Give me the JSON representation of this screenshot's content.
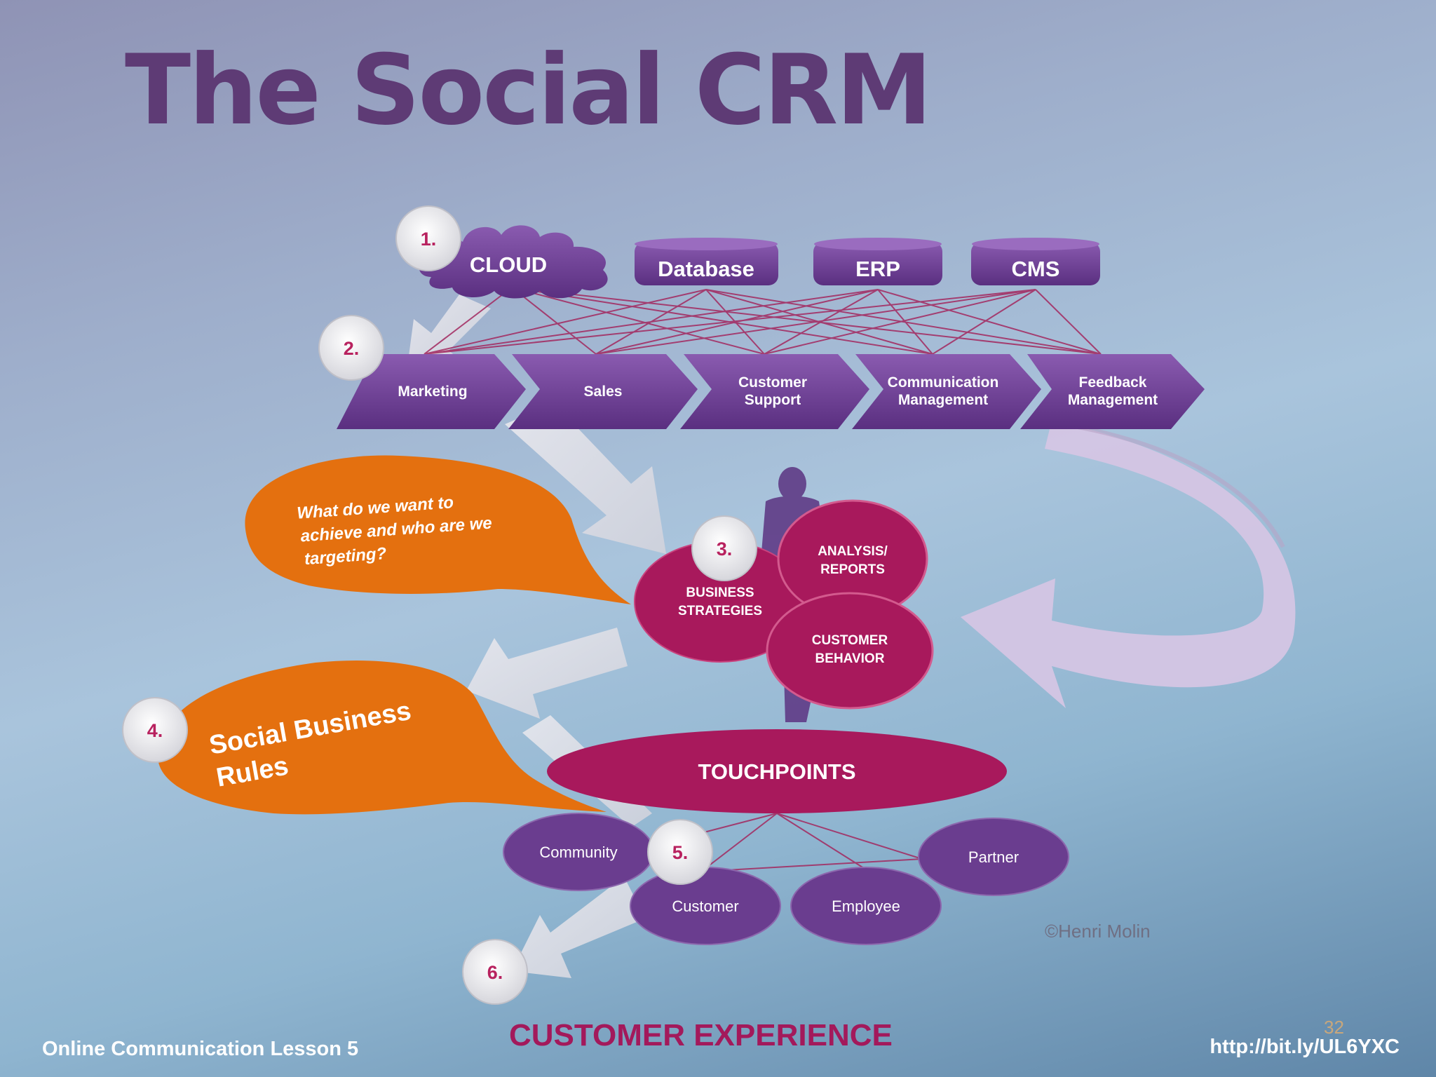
{
  "title": "The Social CRM",
  "sources": [
    "CLOUD",
    "Database",
    "ERP",
    "CMS"
  ],
  "processes": [
    {
      "line1": "Marketing",
      "line2": ""
    },
    {
      "line1": "Sales",
      "line2": ""
    },
    {
      "line1": "Customer",
      "line2": "Support"
    },
    {
      "line1": "Communication",
      "line2": "Management"
    },
    {
      "line1": "Feedback",
      "line2": "Management"
    }
  ],
  "steps": [
    "1.",
    "2.",
    "3.",
    "4.",
    "5.",
    "6."
  ],
  "bubble_question": {
    "line1": "What do we want to",
    "line2": "achieve and who are we",
    "line3": "targeting?"
  },
  "bubble_rules": {
    "line1": "Social Business",
    "line2": "Rules"
  },
  "core": {
    "strategies": {
      "line1": "BUSINESS",
      "line2": "STRATEGIES"
    },
    "analysis": {
      "line1": "ANALYSIS/",
      "line2": "REPORTS"
    },
    "behavior": {
      "line1": "CUSTOMER",
      "line2": "BEHAVIOR"
    }
  },
  "touchpoints": "TOUCHPOINTS",
  "stakeholders": {
    "community": "Community",
    "customer": "Customer",
    "employee": "Employee",
    "partner": "Partner"
  },
  "copyright": "©Henri Molin",
  "footer_left": "Online Communication Lesson 5",
  "footer_center": "CUSTOMER EXPERIENCE",
  "footer_url": "http://bit.ly/UL6YXC",
  "page_number": "32",
  "colors": {
    "purple": "#6a3d8f",
    "magenta": "#a8195c",
    "orange": "#e4700f",
    "title": "#5e3b75"
  }
}
